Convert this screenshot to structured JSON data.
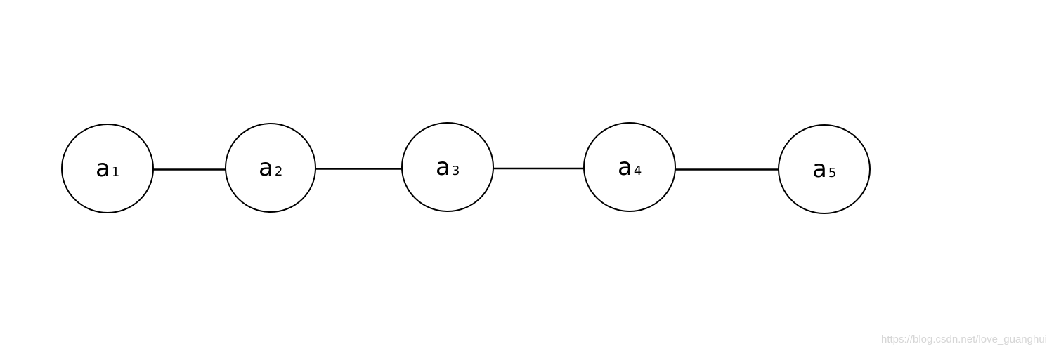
{
  "nodes": [
    {
      "base": "a",
      "sub": "1"
    },
    {
      "base": "a",
      "sub": "2"
    },
    {
      "base": "a",
      "sub": "3"
    },
    {
      "base": "a",
      "sub": "4"
    },
    {
      "base": "a",
      "sub": "5"
    }
  ],
  "edges": [
    [
      "a1",
      "a2"
    ],
    [
      "a2",
      "a3"
    ],
    [
      "a3",
      "a4"
    ],
    [
      "a4",
      "a5"
    ]
  ],
  "colors": {
    "stroke": "#000000",
    "background": "#ffffff",
    "watermark": "#d6d6d6"
  },
  "watermark": "https://blog.csdn.net/love_guanghui"
}
